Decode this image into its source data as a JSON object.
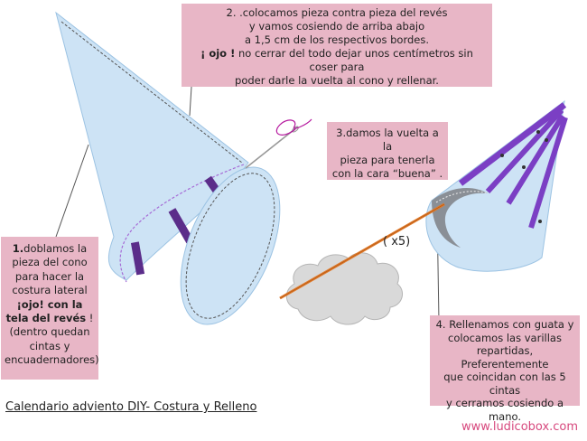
{
  "notes": {
    "step2": {
      "line1": "2. .colocamos pieza contra pieza  del revés",
      "line2": "y vamos cosiendo de arriba abajo",
      "line3": "a 1,5 cm de los respectivos bordes.",
      "line4_bold": "¡ ojo !",
      "line4_rest": " no cerrar del todo dejar unos centímetros sin coser para",
      "line5": "poder darle la vuelta al cono y rellenar."
    },
    "step1": {
      "num": "1.",
      "text1": "doblamos la pieza del cono para hacer la costura lateral ",
      "bold": "¡ojo! con la tela del revés",
      "text2": " ! (dentro quedan cintas y encuadernadores)"
    },
    "step3": {
      "line1": "3.damos la vuelta a la",
      "line2": "pieza para tenerla",
      "line3": "con la cara “buena” ."
    },
    "step4": {
      "line1": "4. Rellenamos con guata  y",
      "line2": "colocamos las varillas",
      "line3": "repartidas, Preferentemente",
      "line4": "que coincidan con las 5 cintas",
      "line5": "y    cerramos cosiendo a",
      "line6": "mano."
    }
  },
  "stick_label": "( x5)",
  "caption": "Calendario adviento DIY- Costura y Relleno",
  "website": "www.ludicobox.com",
  "colors": {
    "cone_fill": "#cde3f5",
    "note_bg": "#e8b6c6",
    "ribbon": "#5b2d8a",
    "stitch": "#a66bd6",
    "stick": "#e07a2a",
    "cloud": "#d9d9d9",
    "website": "#d7497e"
  }
}
